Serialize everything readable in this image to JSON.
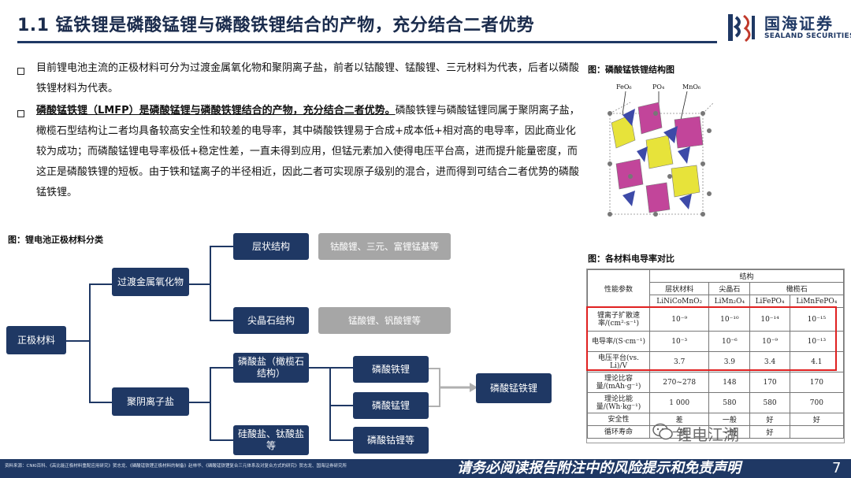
{
  "header": {
    "title": "1.1 锰铁锂是磷酸锰锂与磷酸铁锂结合的产物，充分结合二者优势",
    "logo_cn": "国海证券",
    "logo_en": "SEALAND SECURITIES"
  },
  "bullets": [
    {
      "text": "目前锂电池主流的正极材料可分为过渡金属氧化物和聚阴离子盐，前者以钴酸锂、锰酸锂、三元材料为代表，后者以磷酸铁锂材料为代表。"
    },
    {
      "bold": "磷酸锰铁锂（LMFP）是磷酸锰锂与磷酸铁锂结合的产物，充分结合二者优势。",
      "text": "磷酸铁锂与磷酸锰锂同属于聚阴离子盐，橄榄石型结构让二者均具备较高安全性和较差的电导率，其中磷酸铁锂易于合成+成本低+相对高的电导率，因此商业化较为成功；而磷酸锰锂电导率极低+稳定性差，一直未得到应用，但锰元素加入使得电压平台高，进而提升能量密度，而这正是磷酸铁锂的短板。由于铁和锰离子的半径相近，因此二者可实现原子级别的混合，进而得到可结合二者优势的磷酸锰铁锂。"
    }
  ],
  "figures": {
    "structure_caption": "图：磷酸锰铁锂结构图",
    "structure_labels": [
      "FeO₆",
      "PO₄",
      "MnO₆"
    ],
    "tree_caption": "图：锂电池正极材料分类",
    "table_caption": "图：各材料电导率对比"
  },
  "tree": {
    "root": "正极材料",
    "level1": [
      "过渡金属氧化物",
      "聚阴离子盐"
    ],
    "level2": [
      "层状结构",
      "尖晶石结构",
      "磷酸盐（橄榄石结构）",
      "硅酸盐、钛酸盐等"
    ],
    "notes": [
      "钴酸锂、三元、富锂锰基等",
      "锰酸锂、钒酸锂等"
    ],
    "level3": [
      "磷酸铁锂",
      "磷酸锰锂",
      "磷酸钴锂等"
    ],
    "result": "磷酸锰铁锂"
  },
  "table": {
    "group_header": "结构",
    "param_header": "性能参数",
    "types": [
      "层状材料",
      "尖晶石",
      "橄榄石"
    ],
    "materials": [
      "LiNiCoMnO₂",
      "LiMn₂O₄",
      "LiFePO₄",
      "LiMnFePO₄"
    ],
    "rows": [
      {
        "label": "锂离子扩散速率/(cm²·s⁻¹)",
        "values": [
          "10⁻⁹",
          "10⁻¹⁰",
          "10⁻¹⁴",
          "10⁻¹⁵"
        ]
      },
      {
        "label": "电导率/(S·cm⁻¹)",
        "values": [
          "10⁻³",
          "10⁻⁶",
          "10⁻⁹",
          "10⁻¹³"
        ]
      },
      {
        "label": "电压平台(vs. Li)/V",
        "values": [
          "3.7",
          "3.9",
          "3.4",
          "4.1"
        ]
      },
      {
        "label": "理论比容量/(mAh·g⁻¹)",
        "values": [
          "270~278",
          "148",
          "170",
          "170"
        ]
      },
      {
        "label": "理论比能量/(Wh·kg⁻¹)",
        "values": [
          "1 000",
          "580",
          "580",
          "700"
        ]
      },
      {
        "label": "安全性",
        "values": [
          "差",
          "一般",
          "好",
          "好"
        ]
      },
      {
        "label": "循环寿命",
        "values": [
          "一般",
          "一般",
          "好",
          ""
        ]
      }
    ]
  },
  "footer": {
    "source": "资料来源：CNKI百科、《高比能正极材料重配应用研究》贺志龙、《磷酸锰铁锂正极材料的制备》赵林华、《磷酸锰铁锂复合三元体系及对复合方式的研究》贺志龙、国海证券研究所",
    "disclaimer": "请务必阅读报告附注中的风险提示和免责声明",
    "page": "7",
    "watermark": "锂电江湖"
  },
  "colors": {
    "navy": "#1f3864",
    "gray_note": "#a6a6a6",
    "highlight": "#e02020"
  }
}
